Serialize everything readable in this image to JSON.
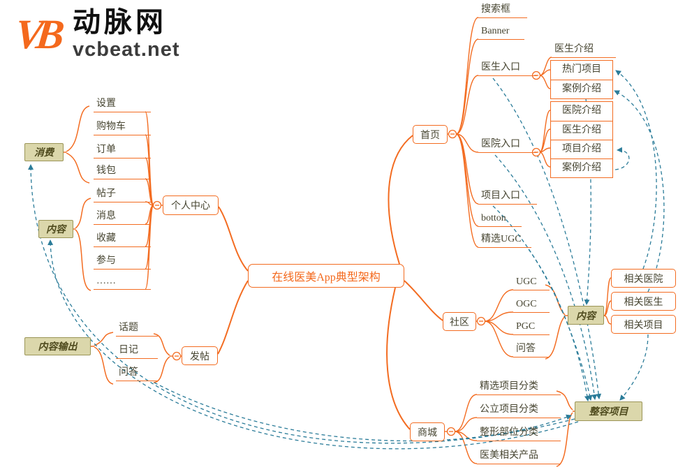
{
  "brand": {
    "mark": "VB",
    "title": "动脉网",
    "domain": "vcbeat.net"
  },
  "central": {
    "label": "在线医美App典型架构"
  },
  "personal": {
    "label": "个人中心",
    "items": [
      "设置",
      "购物车",
      "订单",
      "钱包",
      "帖子",
      "消息",
      "收藏",
      "参与",
      "……"
    ],
    "group_consume": "消费",
    "group_content": "内容"
  },
  "post": {
    "label": "发帖",
    "group": "内容输出",
    "items": [
      "话题",
      "日记",
      "问答"
    ]
  },
  "home": {
    "label": "首页",
    "items": [
      "搜索框",
      "Banner",
      "医生入口",
      "医院入口",
      "项目入口",
      "botton",
      "精选UGC"
    ],
    "doctor_children": [
      "医生介绍",
      "热门项目",
      "案例介绍"
    ],
    "hospital_children": [
      "医院介绍",
      "医生介绍",
      "项目介绍",
      "案例介绍"
    ]
  },
  "community": {
    "label": "社区",
    "items": [
      "UGC",
      "OGC",
      "PGC",
      "问答"
    ],
    "group": "内容",
    "related": [
      "相关医院",
      "相关医生",
      "相关项目"
    ]
  },
  "mall": {
    "label": "商城",
    "items": [
      "精选项目分类",
      "公立项目分类",
      "整形部位分类",
      "医美相关产品"
    ],
    "group": "整容项目"
  },
  "colors": {
    "accent": "#f36c21",
    "cross_link": "#2b7c99",
    "group_bg": "#dbd7ab",
    "group_border": "#9b9557",
    "text": "#474531"
  }
}
